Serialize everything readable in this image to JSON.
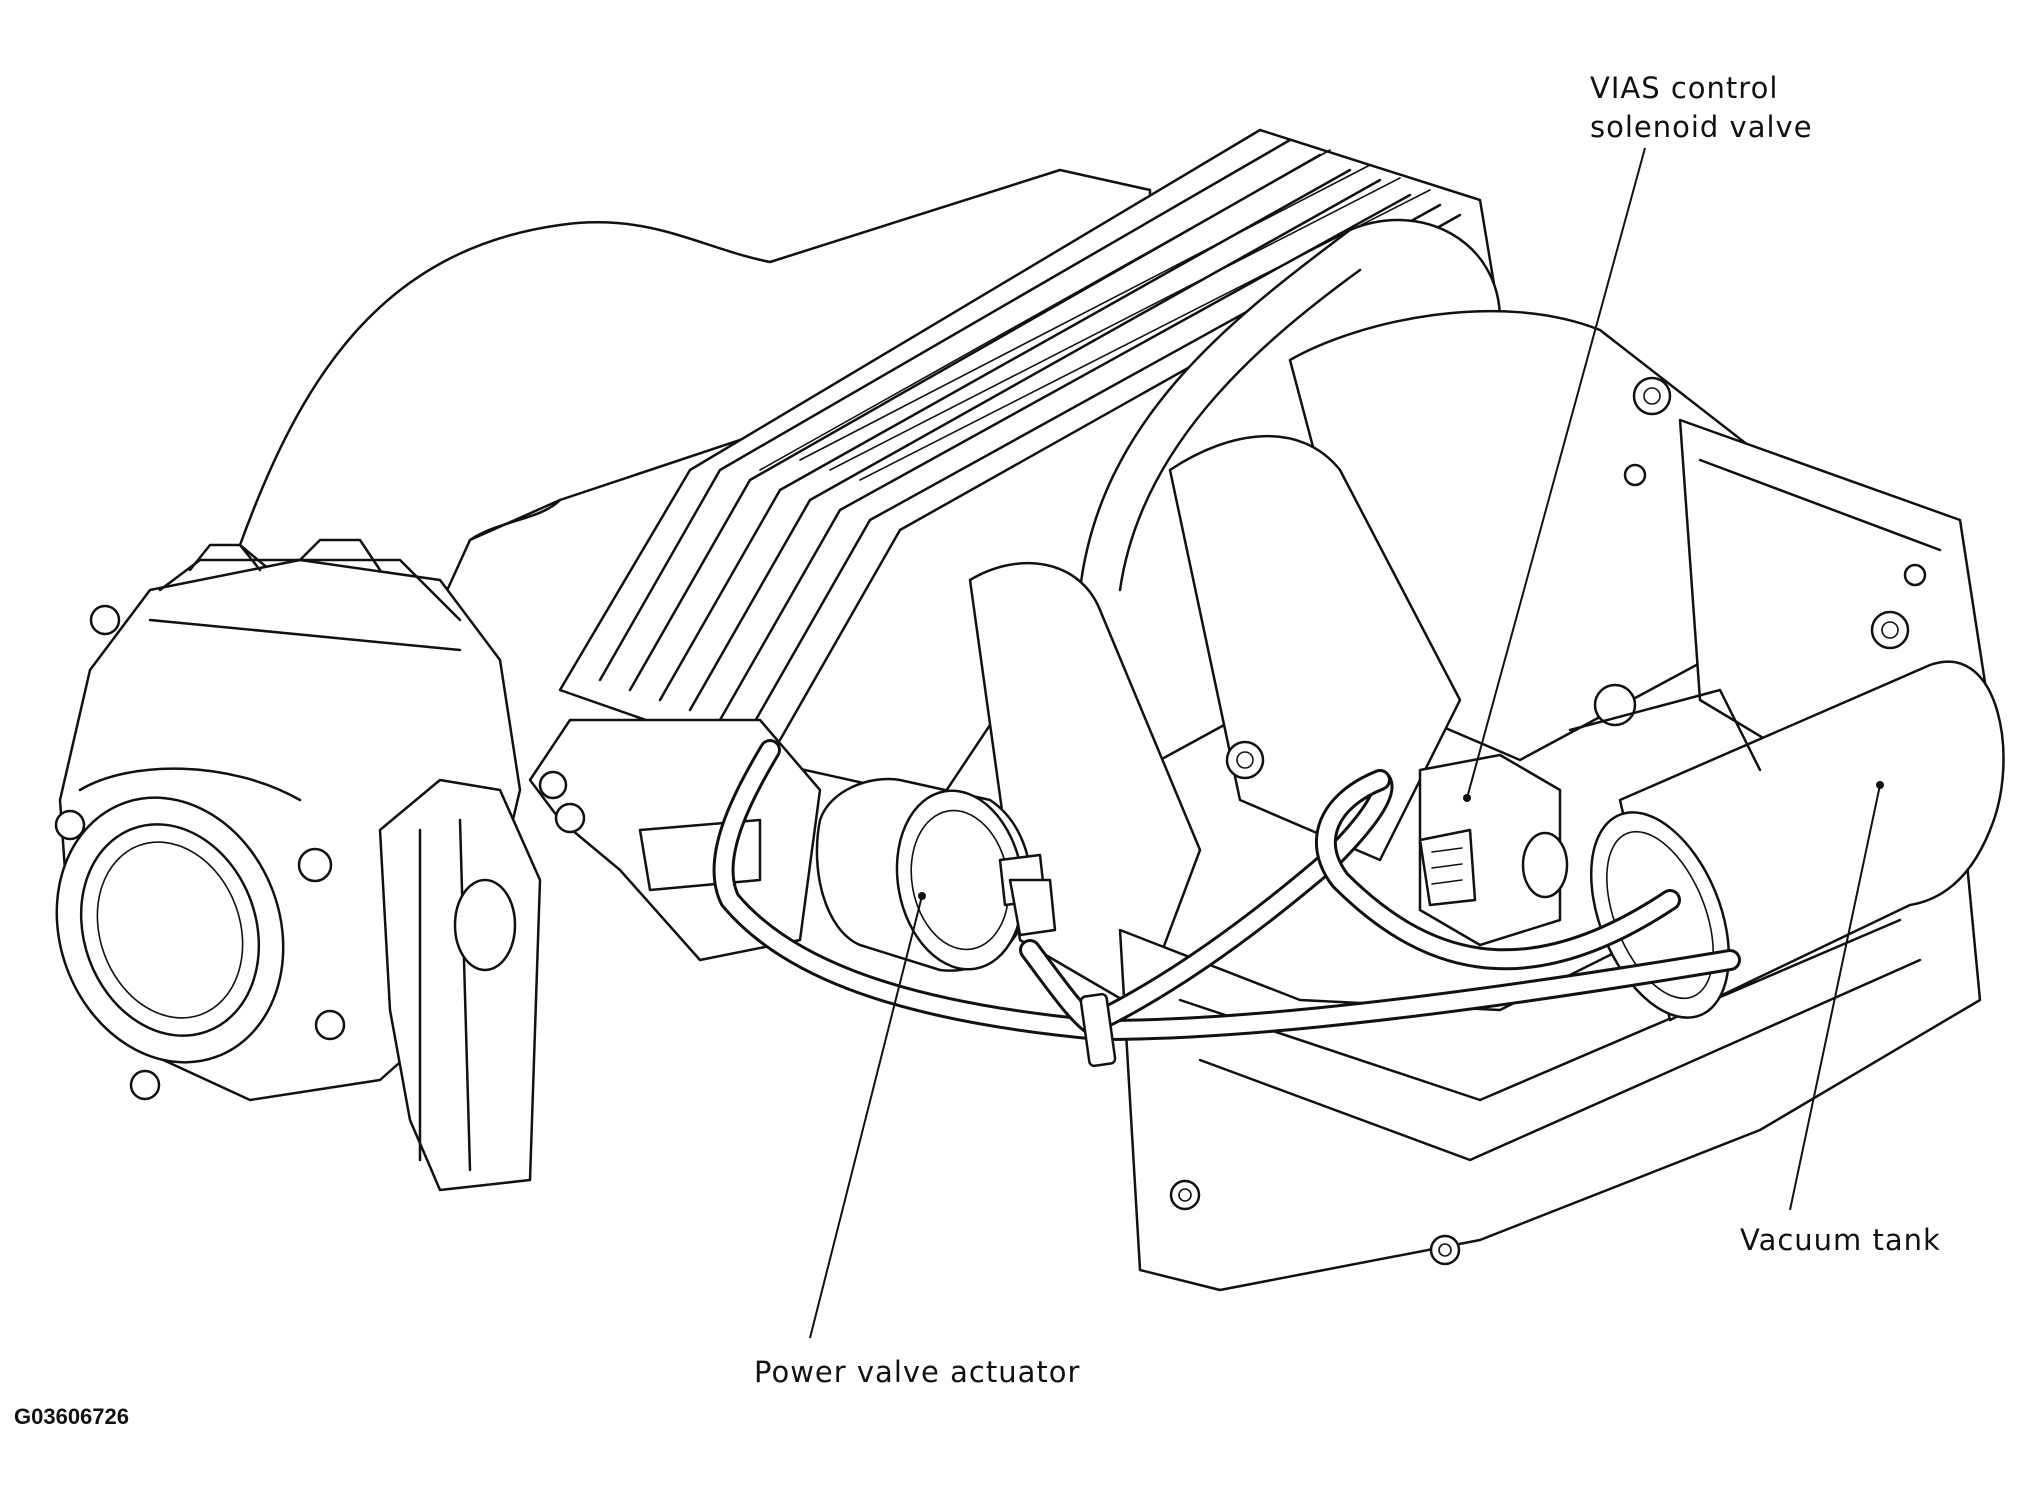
{
  "labels": {
    "vias_line1": "VIAS control",
    "vias_line2": "solenoid valve",
    "vacuum_tank": "Vacuum tank",
    "power_valve_actuator": "Power valve actuator"
  },
  "figure_id": "G03606726"
}
